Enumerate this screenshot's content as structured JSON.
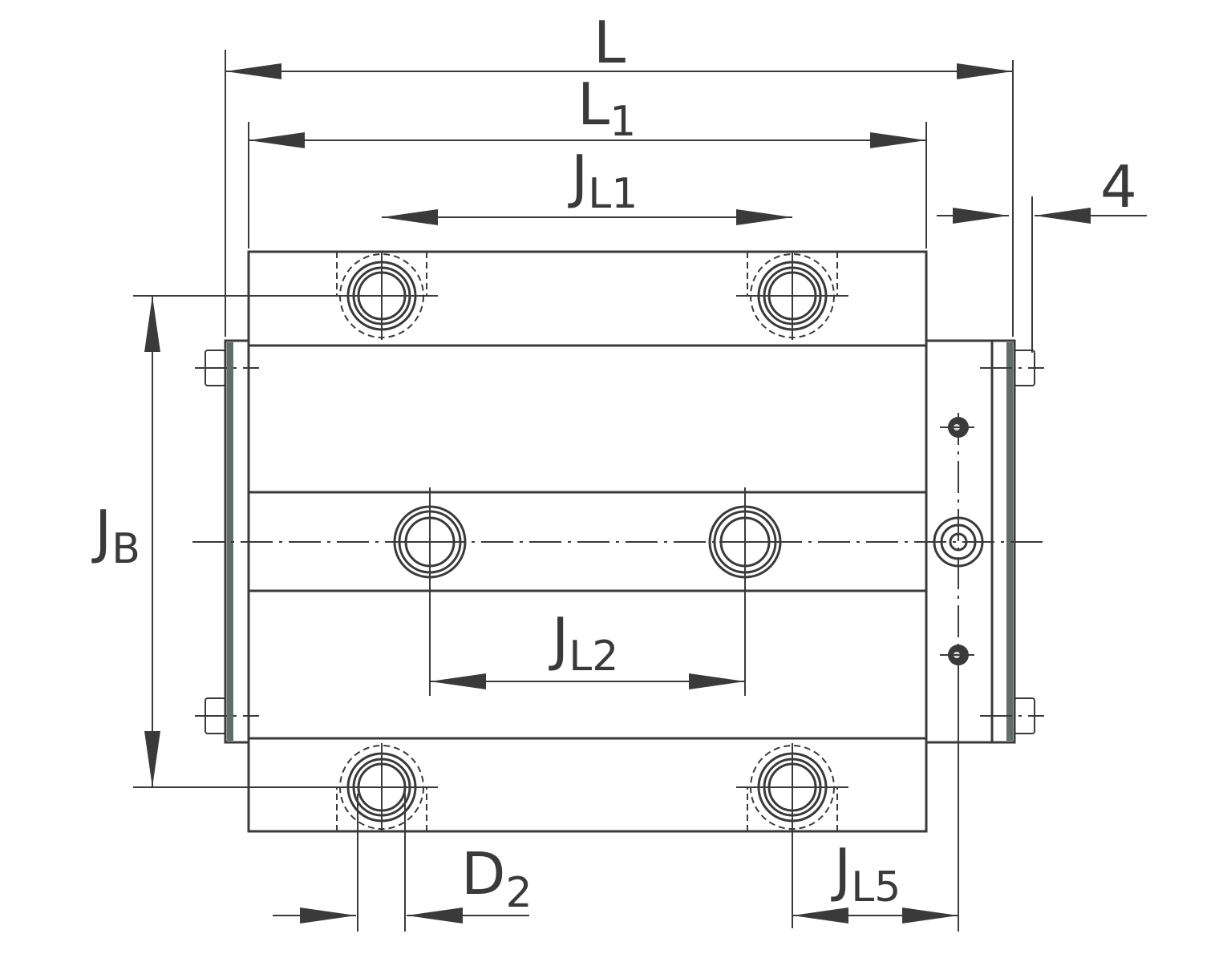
{
  "colors": {
    "body": "#b3dbdb",
    "line": "#3a3a3a",
    "plate": "#d3e9e4",
    "seal": "#5f6d6d",
    "fitting_ring": "#b9abd6"
  },
  "dimensions": {
    "L": {
      "main": "L",
      "sub": ""
    },
    "L1": {
      "main": "L",
      "sub": "1"
    },
    "JL1": {
      "main": "J",
      "sub": "L1"
    },
    "four": {
      "main": "4",
      "sub": ""
    },
    "JB": {
      "main": "J",
      "sub": "B"
    },
    "JL2": {
      "main": "J",
      "sub": "L2"
    },
    "D2": {
      "main": "D",
      "sub": "2"
    },
    "JL5": {
      "main": "J",
      "sub": "L5"
    }
  }
}
